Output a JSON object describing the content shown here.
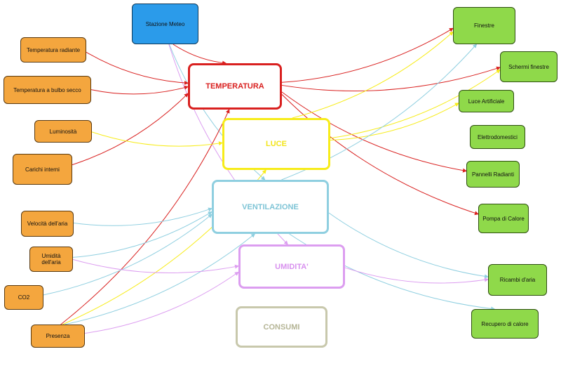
{
  "diagram": {
    "meteo": {
      "label": "Stazione Meteo"
    },
    "hubs": {
      "temperatura": "TEMPERATURA",
      "luce": "LUCE",
      "ventilazione": "VENTILAZIONE",
      "umidita": "UMIDITA'",
      "consumi": "CONSUMI"
    },
    "inputs": {
      "temp_radiante": "Temperatura radiante",
      "temp_bulbo": "Temperatura a bulbo secco",
      "luminosita": "Luminosità",
      "carichi": "Carichi interni",
      "velocita": "Velocità dell'aria",
      "umidita_aria": "Umidità dell'aria",
      "co2": "CO2",
      "presenza": "Presenza"
    },
    "outputs": {
      "finestre": "Finestre",
      "schermi": "Schermi finestre",
      "luce_art": "Luce Artificiale",
      "elettro": "Elettrodomestici",
      "pannelli": "Pannelli Radianti",
      "pompa": "Pompa di Calore",
      "ricambi": "Ricambi d'aria",
      "recupero": "Recupero di calore"
    },
    "colors": {
      "temperatura": "#d9201f",
      "luce": "#f7ec1a",
      "ventilazione": "#8fcfe0",
      "umidita": "#dc9df0",
      "consumi": "#c8c8ac",
      "input_fill": "#f4a63e",
      "output_fill": "#8fd94a",
      "meteo_fill": "#2b9bea"
    },
    "links": [
      {
        "from": "meteo",
        "to": "temperatura",
        "color": "temperatura"
      },
      {
        "from": "meteo",
        "to": "ventilazione",
        "color": "ventilazione"
      },
      {
        "from": "meteo",
        "to": "umidita",
        "color": "umidita"
      },
      {
        "from": "temp_radiante",
        "to": "temperatura",
        "color": "temperatura"
      },
      {
        "from": "temp_bulbo",
        "to": "temperatura",
        "color": "temperatura"
      },
      {
        "from": "carichi",
        "to": "temperatura",
        "color": "temperatura"
      },
      {
        "from": "presenza",
        "to": "temperatura",
        "color": "temperatura"
      },
      {
        "from": "luminosita",
        "to": "luce",
        "color": "luce"
      },
      {
        "from": "presenza",
        "to": "luce",
        "color": "luce"
      },
      {
        "from": "velocita",
        "to": "ventilazione",
        "color": "ventilazione"
      },
      {
        "from": "umidita_aria",
        "to": "ventilazione",
        "color": "ventilazione"
      },
      {
        "from": "co2",
        "to": "ventilazione",
        "color": "ventilazione"
      },
      {
        "from": "presenza",
        "to": "ventilazione",
        "color": "ventilazione"
      },
      {
        "from": "umidita_aria",
        "to": "umidita",
        "color": "umidita"
      },
      {
        "from": "presenza",
        "to": "umidita",
        "color": "umidita"
      },
      {
        "from": "temperatura",
        "to": "finestre",
        "color": "temperatura"
      },
      {
        "from": "temperatura",
        "to": "schermi",
        "color": "temperatura"
      },
      {
        "from": "temperatura",
        "to": "pannelli",
        "color": "temperatura"
      },
      {
        "from": "temperatura",
        "to": "pompa",
        "color": "temperatura"
      },
      {
        "from": "luce",
        "to": "finestre",
        "color": "luce"
      },
      {
        "from": "luce",
        "to": "schermi",
        "color": "luce"
      },
      {
        "from": "luce",
        "to": "luce_art",
        "color": "luce"
      },
      {
        "from": "ventilazione",
        "to": "finestre",
        "color": "ventilazione"
      },
      {
        "from": "ventilazione",
        "to": "ricambi",
        "color": "ventilazione"
      },
      {
        "from": "ventilazione",
        "to": "recupero",
        "color": "ventilazione"
      },
      {
        "from": "umidita",
        "to": "ricambi",
        "color": "umidita"
      }
    ]
  }
}
